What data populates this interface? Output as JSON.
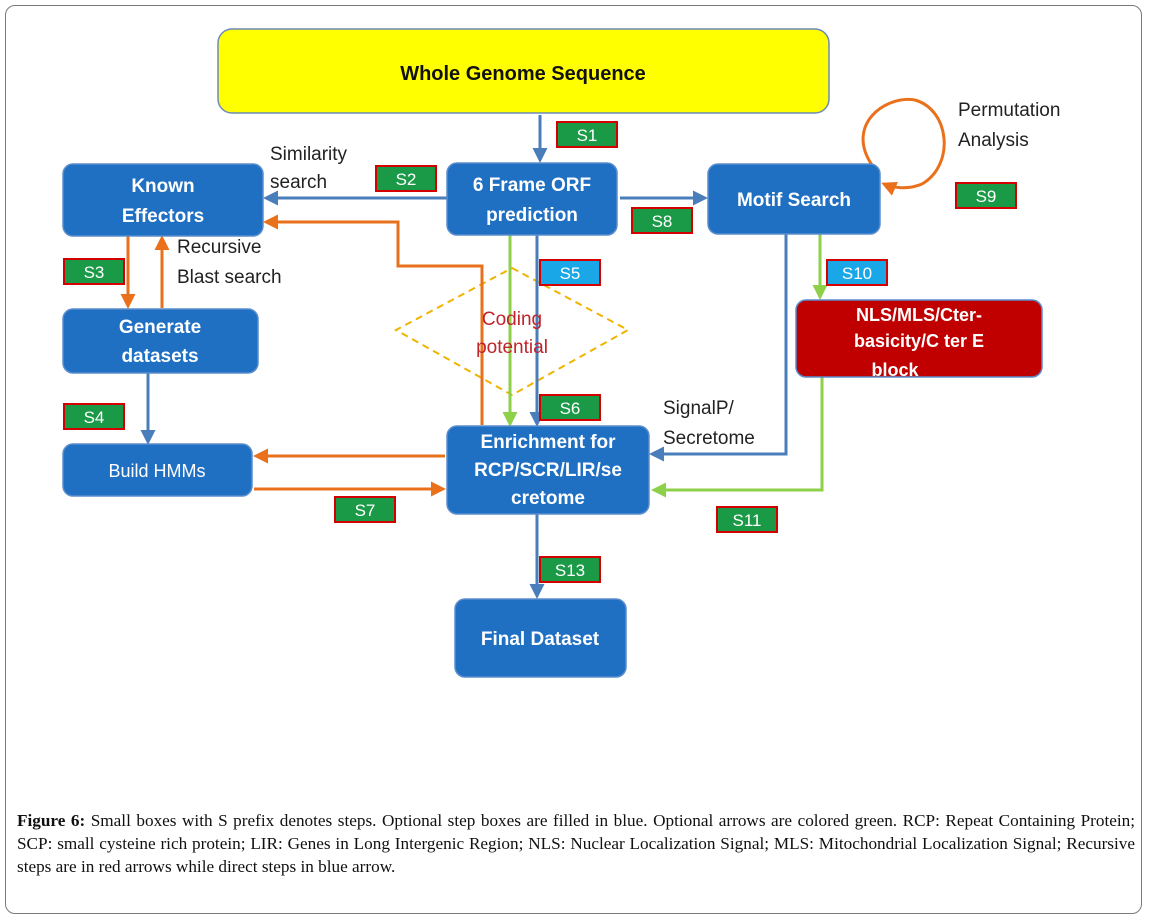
{
  "diagram": {
    "nodes": {
      "wgs": "Whole Genome Sequence",
      "known_effectors": [
        "Known",
        "Effectors"
      ],
      "orf": [
        "6 Frame ORF",
        "prediction"
      ],
      "motif": "Motif Search",
      "generate": [
        "Generate",
        "datasets"
      ],
      "nls": [
        "NLS/MLS/Cter-",
        "basicity/C ter E",
        "block"
      ],
      "hmm": "Build HMMs",
      "enrichment": [
        "Enrichment for",
        "RCP/SCR/LIR/se",
        "cretome"
      ],
      "final": "Final Dataset"
    },
    "steps": {
      "s1": "S1",
      "s2": "S2",
      "s3": "S3",
      "s4": "S4",
      "s5": "S5",
      "s6": "S6",
      "s7": "S7",
      "s8": "S8",
      "s9": "S9",
      "s10": "S10",
      "s11": "S11",
      "s13": "S13"
    },
    "labels": {
      "similarity": [
        "Similarity",
        "search"
      ],
      "recursive": [
        "Recursive",
        "Blast search"
      ],
      "permutation": [
        "Permutation",
        "Analysis"
      ],
      "coding": [
        "Coding",
        "potential"
      ],
      "signalp": [
        "SignalP/",
        "Secretome"
      ]
    },
    "colors": {
      "node_blue": "#1f6fc3",
      "node_yellow": "#ffff00",
      "node_red": "#c00000",
      "step_green": "#1a9a47",
      "step_blue": "#1aa7e8",
      "arrow_blue": "#4a7ebb",
      "arrow_orange": "#e9711c",
      "arrow_green": "#8ed04a"
    }
  },
  "caption": {
    "label": "Figure 6:",
    "text": " Small boxes with S prefix denotes steps. Optional step boxes are filled in blue. Optional arrows are colored green. RCP: Repeat Containing Protein; SCP: small cysteine rich protein; LIR: Genes in Long Intergenic Region; NLS: Nuclear Localization Signal; MLS: Mitochondrial Localization Signal; Recursive steps are in red arrows while direct steps in blue arrow."
  }
}
